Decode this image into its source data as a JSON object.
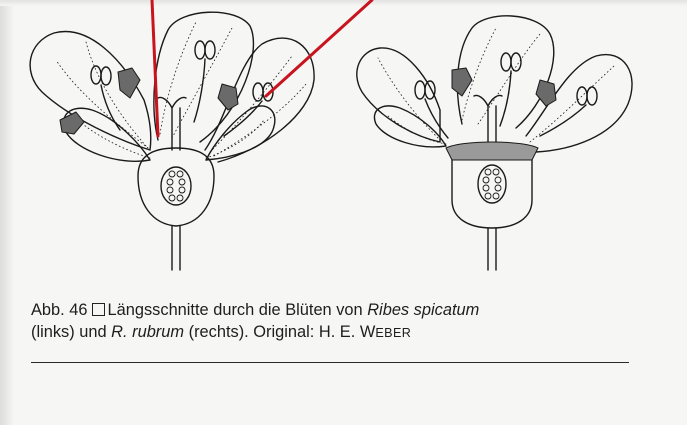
{
  "caption": {
    "label": "Abb. 46",
    "box_glyph": "□",
    "line1_text": "Längsschnitte durch die Blüten von",
    "species1": "Ribes spicatum",
    "line2_open": "(links) und",
    "species2": "R. rubrum",
    "line2_rest": "(rechts). Original: H. E.",
    "author_initial": "W",
    "author_rest": "EBER"
  },
  "annotation_color": "#c8141e",
  "ink_color": "#1a1a1a"
}
